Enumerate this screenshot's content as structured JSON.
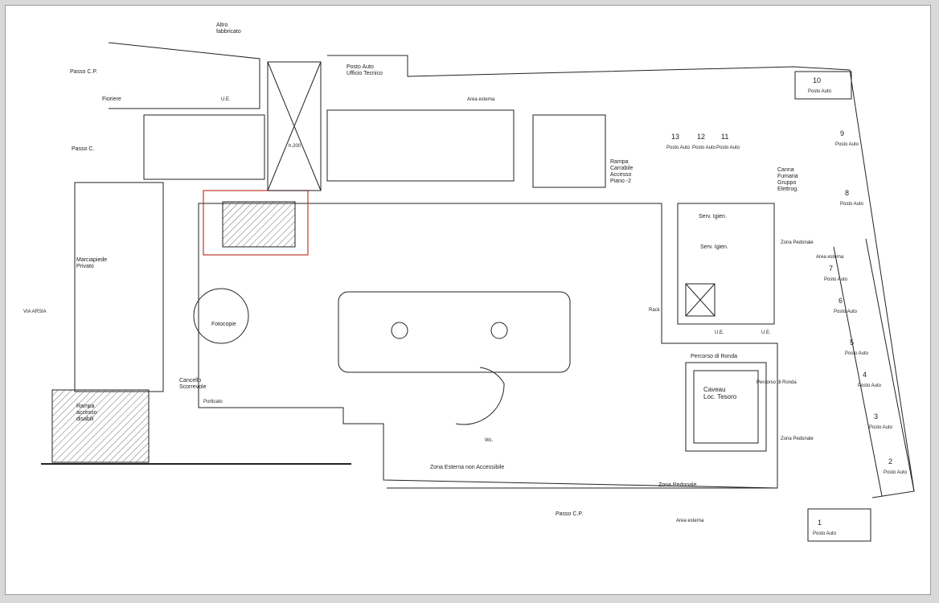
{
  "labels": {
    "altro_fabbricato": "Altro\nfabbricato",
    "passo_cp_top": "Passo C.P.",
    "passo_c": "Passo C.",
    "fioriere": "Fioriere",
    "ue_top": "U.E.",
    "posto_auto_uff": "Posto Auto\nUfficio Tecnico",
    "area_esterna_top": "Area esterna",
    "h200": "h.200",
    "rampa_carrabile": "Rampa\nCarrabile\nAccesso\nPiano -2",
    "canna_fumaria": "Canna\nFumaria\nGruppo\nElettrog.",
    "marciapiede": "Marciapiede\nPrivato",
    "via": "VIA ARSIA",
    "fotocopie": "Fotocopie",
    "cancello": "Cancello\nScorrevole",
    "porticato": "Porticato",
    "rampa_accesso": "Rampa\naccesso\ndisabili",
    "percorso_ronda_h": "Percorso di Ronda",
    "percorso_ronda_v": "Percorso di Ronda",
    "caveau": "Caveau\nLoc. Tesoro",
    "zona_pedonale_v": "Zona Pedonale",
    "zona_pedonale_bottom": "Zona Pedonale",
    "zona_pedonale_r": "Zona Pedonale",
    "zona_esterna": "Zona Esterna non Accessibile",
    "area_esterna_bottom": "Area esterna",
    "area_esterna_right": "Area esterna",
    "passo_cp_bottom": "Passo C.P.",
    "serv_igien_1": "Serv. Igien.",
    "serv_igien_2": "Serv. Igien.",
    "ue_mid": "U.E.",
    "ue_mid2": "U.E.",
    "rack": "Rack",
    "wc": "Wc."
  },
  "parking": [
    {
      "num": "1",
      "label": "Posto Auto"
    },
    {
      "num": "2",
      "label": "Posto Auto"
    },
    {
      "num": "3",
      "label": "Posto Auto"
    },
    {
      "num": "4",
      "label": "Posto Auto"
    },
    {
      "num": "5",
      "label": "Posto Auto"
    },
    {
      "num": "6",
      "label": "Posto Auto"
    },
    {
      "num": "7",
      "label": "Posto Auto"
    },
    {
      "num": "8",
      "label": "Posto Auto"
    },
    {
      "num": "9",
      "label": "Posto Auto"
    },
    {
      "num": "10",
      "label": "Posto Auto"
    },
    {
      "num": "11",
      "label": "Posto Auto"
    },
    {
      "num": "12",
      "label": "Posto Auto"
    },
    {
      "num": "13",
      "label": "Posto Auto"
    }
  ],
  "colors": {
    "line": "#222222",
    "highlight": "#c0392b",
    "hatch": "#555555"
  }
}
